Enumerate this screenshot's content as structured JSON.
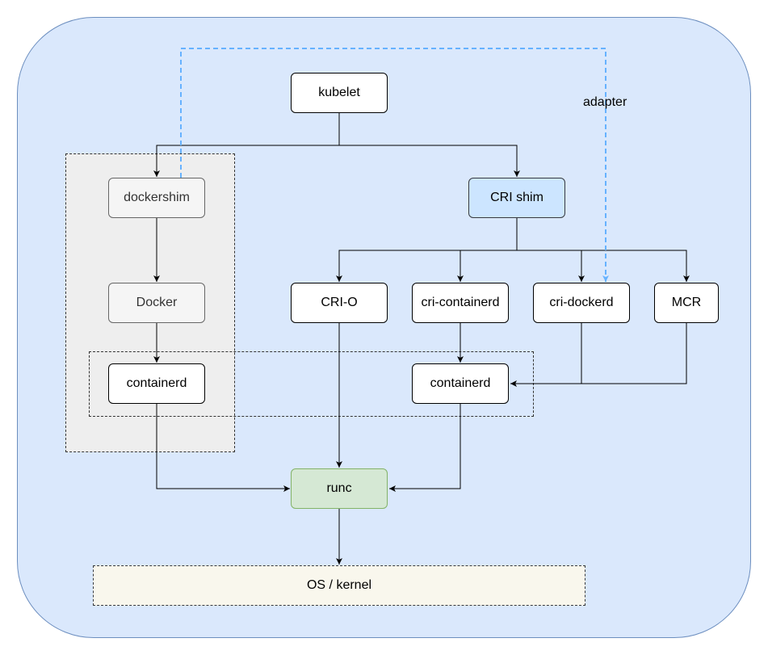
{
  "nodes": {
    "kubelet": "kubelet",
    "dockershim": "dockershim",
    "docker": "Docker",
    "containerd_legacy": "containerd",
    "cri_shim": "CRI shim",
    "cri_o": "CRI-O",
    "cri_containerd": "cri-containerd",
    "cri_dockerd": "cri-dockerd",
    "mcr": "MCR",
    "containerd_cri": "containerd",
    "runc": "runc",
    "os_kernel": "OS / kernel"
  },
  "labels": {
    "adapter": "adapter"
  },
  "colors": {
    "background_region": "#dae8fc",
    "legacy_group": "#eeeeee",
    "cri_shim_fill": "#cce5ff",
    "runc_fill": "#d5e8d4",
    "kernel_fill": "#f9f7ed",
    "adapter_edge": "#66b2ff"
  }
}
